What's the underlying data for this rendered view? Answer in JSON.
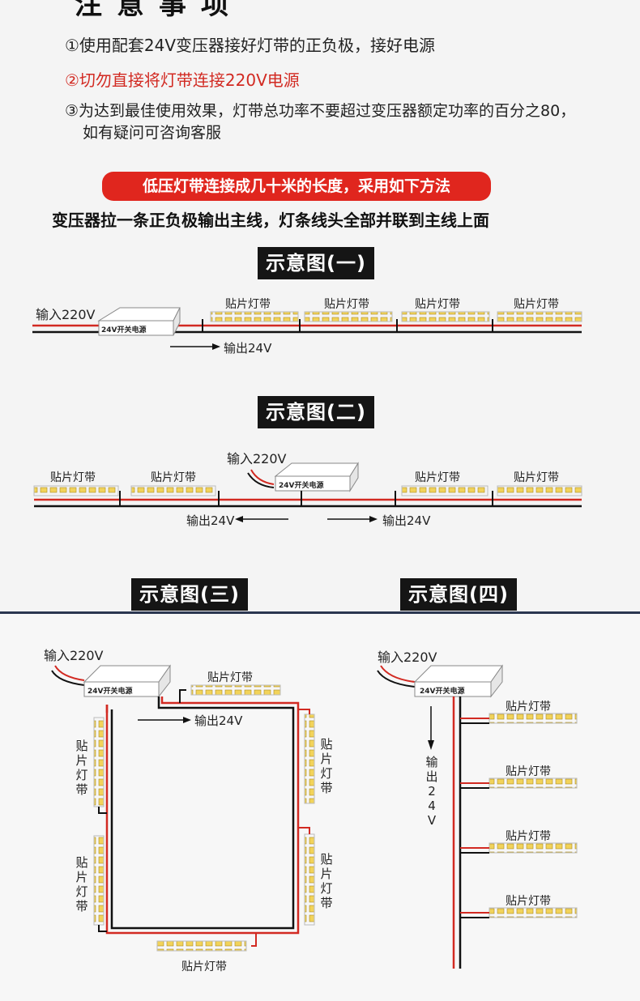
{
  "header": {
    "title": "注意事项"
  },
  "notes": [
    "①使用配套24V变压器接好灯带的正负极，接好电源",
    "②切勿直接将灯带连接220V电源",
    "③为达到最佳使用效果，灯带总功率不要超过变压器额定功率的百分之80，",
    "如有疑问可咨询客服"
  ],
  "banner": "低压灯带连接成几十米的长度，采用如下方法",
  "subline": "变压器拉一条正负极输出主线，灯条线头全部并联到主线上面",
  "labels": {
    "input": "输入220V",
    "output": "输出24V",
    "psu": "24V开关电源",
    "strip": "贴片灯带"
  },
  "figures": [
    "示意图(一)",
    "示意图(二)",
    "示意图(三)",
    "示意图(四)"
  ],
  "colors": {
    "accent_red": "#e0261e",
    "wire_red": "#d22a22",
    "wire_black": "#111111",
    "led_yellow": "#f2d35a"
  }
}
